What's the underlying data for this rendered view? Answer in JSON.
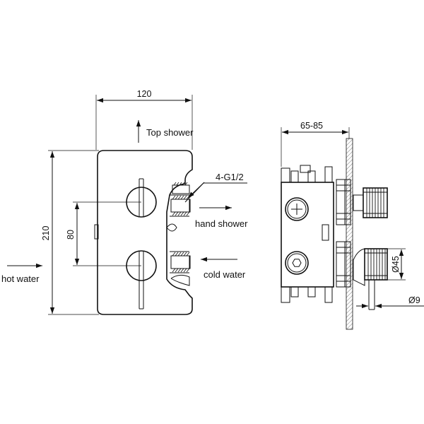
{
  "front_view": {
    "dim_width": "120",
    "dim_height": "210",
    "dim_spacing": "80",
    "label_top_shower": "Top shower",
    "label_connection": "4-G1/2",
    "label_hand_shower": "hand shower",
    "label_cold_water": "cold water",
    "label_hot_water": "hot water"
  },
  "side_view": {
    "dim_depth": "65-85",
    "dim_handle_diameter": "Ø45",
    "dim_spindle_diameter": "Ø9"
  }
}
